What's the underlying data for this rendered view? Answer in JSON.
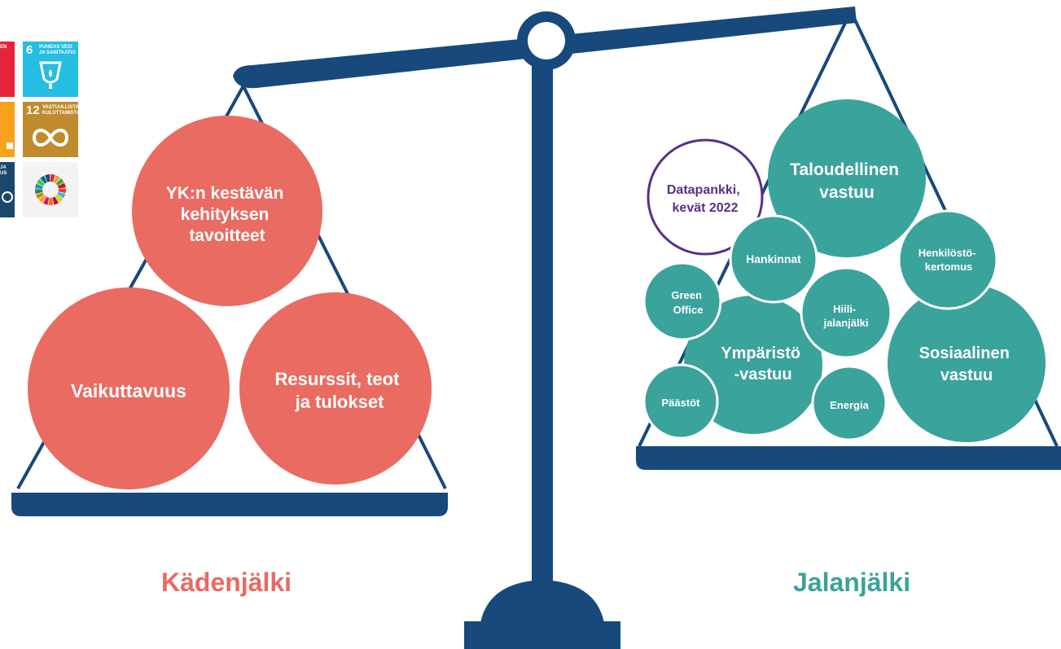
{
  "colors": {
    "scale_navy": "#17497c",
    "handprint_red": "#e96b62",
    "footprint_teal": "#3aa39b",
    "datapankki_purple": "#5a2f87",
    "handprint_title": "#e86a62",
    "footprint_title": "#3aa39b"
  },
  "handprint": {
    "title": "Kädenjälki",
    "circles": [
      {
        "id": "sdg",
        "lines": [
          "YK:n kestävän",
          "kehityksen",
          "tavoitteet"
        ]
      },
      {
        "id": "impact",
        "lines": [
          "Vaikuttavuus"
        ]
      },
      {
        "id": "resources",
        "lines": [
          "Resurssit, teot",
          "ja tulokset"
        ]
      }
    ]
  },
  "footprint": {
    "title": "Jalanjälki",
    "circles": [
      {
        "id": "economic",
        "lines": [
          "Taloudellinen",
          "vastuu"
        ]
      },
      {
        "id": "datapankki",
        "lines": [
          "Datapankki,",
          "kevät 2022"
        ]
      },
      {
        "id": "procurement",
        "lines": [
          "Hankinnat"
        ]
      },
      {
        "id": "hr-report",
        "lines": [
          "Henkilöstö-",
          "kertomus"
        ]
      },
      {
        "id": "green-office",
        "lines": [
          "Green",
          "Office"
        ]
      },
      {
        "id": "carbon",
        "lines": [
          "Hiili-",
          "jalanjälki"
        ]
      },
      {
        "id": "environmental",
        "lines": [
          "Ympäristö",
          "-vastuu"
        ]
      },
      {
        "id": "social",
        "lines": [
          "Sosiaalinen",
          "vastuu"
        ]
      },
      {
        "id": "emissions",
        "lines": [
          "Päästöt"
        ]
      },
      {
        "id": "energy",
        "lines": [
          "Energia"
        ]
      }
    ]
  },
  "sdg_tiles": [
    {
      "id": "sdg-cut-top",
      "number": "",
      "text": "EN",
      "color": "#e5243b",
      "icon": "cut-off"
    },
    {
      "id": "sdg-6",
      "number": "6",
      "text": "PUHDAS VESI JA SANITAATIO",
      "color": "#26bde2",
      "icon": "water-icon"
    },
    {
      "id": "sdg-cut-mid",
      "number": "",
      "text": "",
      "color": "#f7a11d",
      "icon": "cut-off"
    },
    {
      "id": "sdg-12",
      "number": "12",
      "text": "VASTUULLISTA KULUTTAMISTA",
      "color": "#bf8b2e",
      "icon": "infinity-icon"
    },
    {
      "id": "sdg-cut-bottom",
      "number": "",
      "text": "JA US",
      "color": "#19486a",
      "icon": "cut-off"
    },
    {
      "id": "sdg-wheel",
      "number": "",
      "text": "",
      "color": "#f3f3f3",
      "icon": "sdg-wheel-icon"
    }
  ]
}
